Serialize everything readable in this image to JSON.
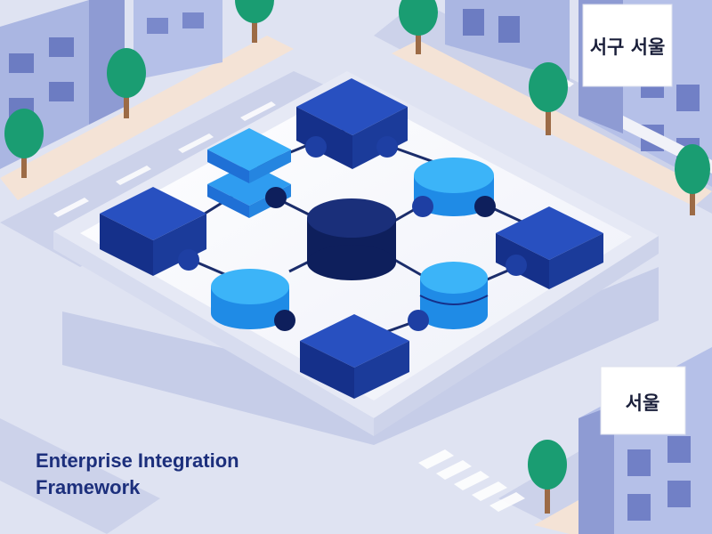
{
  "caption": {
    "line1": "Enterprise Integration",
    "line2": "Framework"
  },
  "signs": {
    "top_right": "서구 서울",
    "bottom_right": "서울"
  },
  "colors": {
    "background": "#dfe3f2",
    "road": "#c9cfe8",
    "sidewalk": "#f4e3d6",
    "building": "#aab6e2",
    "building_dark": "#8e9bd3",
    "platform": "#f7f8fc",
    "block_dark": "#1b3b9a",
    "block_mid": "#1f7ae0",
    "block_light": "#33b0f5",
    "hub": "#102468",
    "tree": "#1a9d72",
    "caption_text": "#1c2f7c"
  }
}
